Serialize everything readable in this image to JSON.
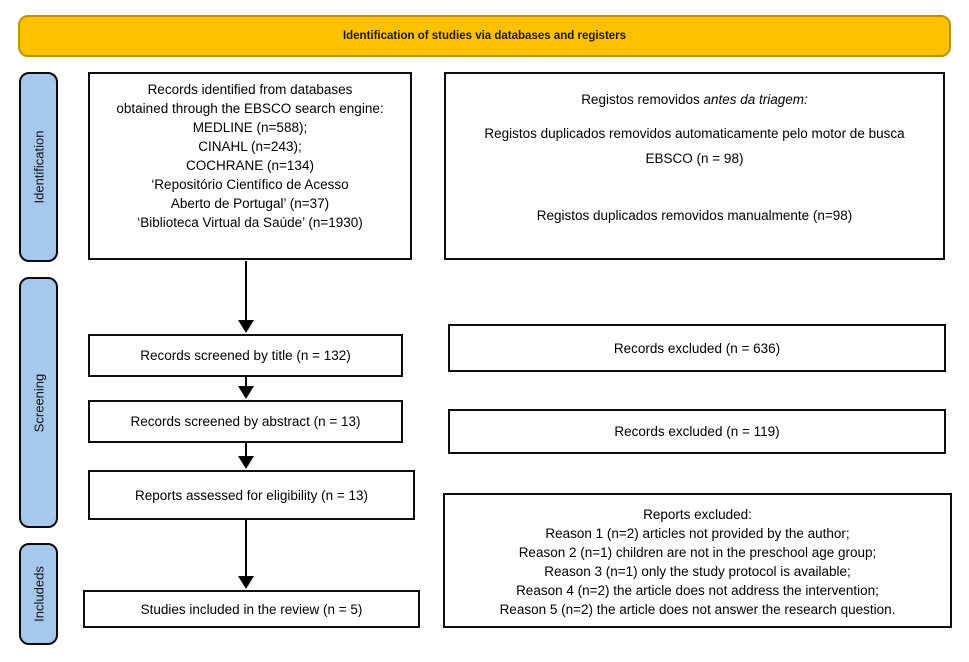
{
  "banner": {
    "title": "Identification of studies via databases and registers"
  },
  "colors": {
    "banner_bg": "#FFC000",
    "banner_border": "#BF9000",
    "stage_bg": "#A5C8EC",
    "box_border": "#0c0c0c"
  },
  "stages": [
    {
      "label": "Identification"
    },
    {
      "label": "Screening"
    },
    {
      "label": "Includeds"
    }
  ],
  "flow": {
    "identified": {
      "lines": [
        "Records identified from databases",
        "obtained through the EBSCO search engine:",
        "MEDLINE (n=588);",
        "CINAHL (n=243);",
        "COCHRANE (n=134)",
        "‘Repositório Científico de Acesso",
        "Aberto de Portugal’ (n=37)",
        "‘Biblioteca Virtual da Saúde’ (n=1930)"
      ]
    },
    "removed_before_screening": {
      "heading_normal": "Registos removidos ",
      "heading_italic": "antes da triagem:",
      "auto_line": "Registos duplicados removidos automaticamente pelo motor de busca",
      "ebsco_line": "EBSCO  (n = 98)",
      "manual_line": "Registos duplicados removidos manualmente (n=98)"
    },
    "screened_title": "Records screened by title (n = 132)",
    "excluded_title": "Records excluded (n = 636)",
    "screened_abstract": "Records screened by abstract (n = 13)",
    "excluded_abstract": "Records excluded (n = 119)",
    "assessed_eligibility": "Reports assessed for eligibility (n = 13)",
    "included": "Studies included in the review (n = 5)",
    "reports_excluded": {
      "lines": [
        "Reports excluded:",
        "Reason 1 (n=2) articles not provided by the author;",
        "Reason 2 (n=1) children are not in the preschool age group;",
        "Reason 3 (n=1) only the study protocol is available;",
        "Reason 4 (n=2) the article does not address the intervention;",
        "Reason 5 (n=2) the article does not answer the research question."
      ]
    }
  }
}
